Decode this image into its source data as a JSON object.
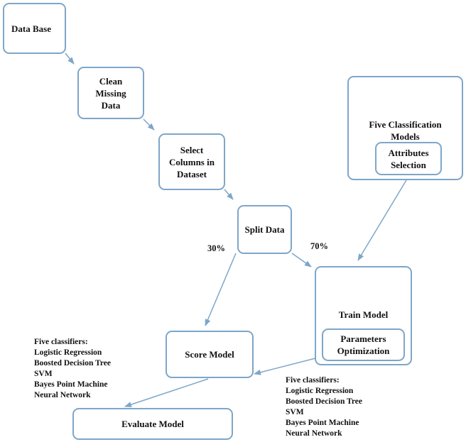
{
  "nodes": {
    "database": "Data Base",
    "clean_missing": [
      "Clean",
      "Missing",
      "Data"
    ],
    "select_columns": [
      "Select",
      "Columns in",
      "Dataset"
    ],
    "split_data": "Split Data",
    "five_models": [
      "Five Classification",
      "Models"
    ],
    "attributes_selection": [
      "Attributes",
      "Selection"
    ],
    "train_model": "Train Model",
    "parameters_optimization": [
      "Parameters",
      "Optimization"
    ],
    "score_model": "Score Model",
    "evaluate_model": "Evaluate Model"
  },
  "edge_labels": {
    "split_to_score": "30%",
    "split_to_train": "70%"
  },
  "classifier_list_left": {
    "title": "Five classifiers:",
    "items": [
      "Logistic Regression",
      "Boosted Decision Tree",
      "SVM",
      "Bayes Point Machine",
      "Neural Network"
    ]
  },
  "classifier_list_right": {
    "title": "Five classifiers:",
    "items": [
      "Logistic Regression",
      "Boosted Decision Tree",
      "SVM",
      "Bayes Point Machine",
      "Neural Network"
    ]
  },
  "colors": {
    "border": "#7ea6c9",
    "arrow": "#7ea6c9",
    "text": "#111111"
  }
}
